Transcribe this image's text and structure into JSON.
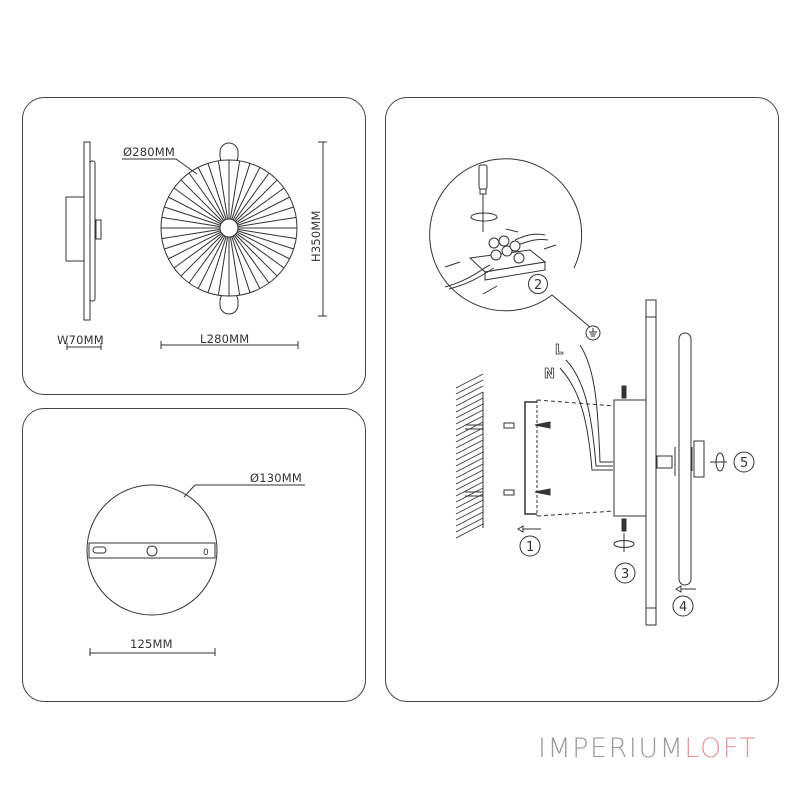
{
  "panels": {
    "dimensions": {
      "width_label": "W70MM",
      "length_label": "L280MM",
      "height_label": "H350MM",
      "diameter_label": "Ø280MM"
    },
    "mount_plate": {
      "diameter_label": "Ø130MM",
      "width_label": "125MM",
      "slot_mark": "0"
    },
    "installation": {
      "steps": [
        "1",
        "2",
        "3",
        "4",
        "5"
      ],
      "wire_labels": {
        "live": "L",
        "neutral": "N"
      },
      "ground_symbol": "ground-icon"
    }
  },
  "brand": {
    "part1": "IMPERIUM",
    "part2": "LOFT",
    "colors": {
      "part1": "#9a9a9a",
      "part2": "#e59a9b"
    }
  },
  "colors": {
    "line": "#333333",
    "panel_border": "#444444",
    "background": "#ffffff"
  }
}
